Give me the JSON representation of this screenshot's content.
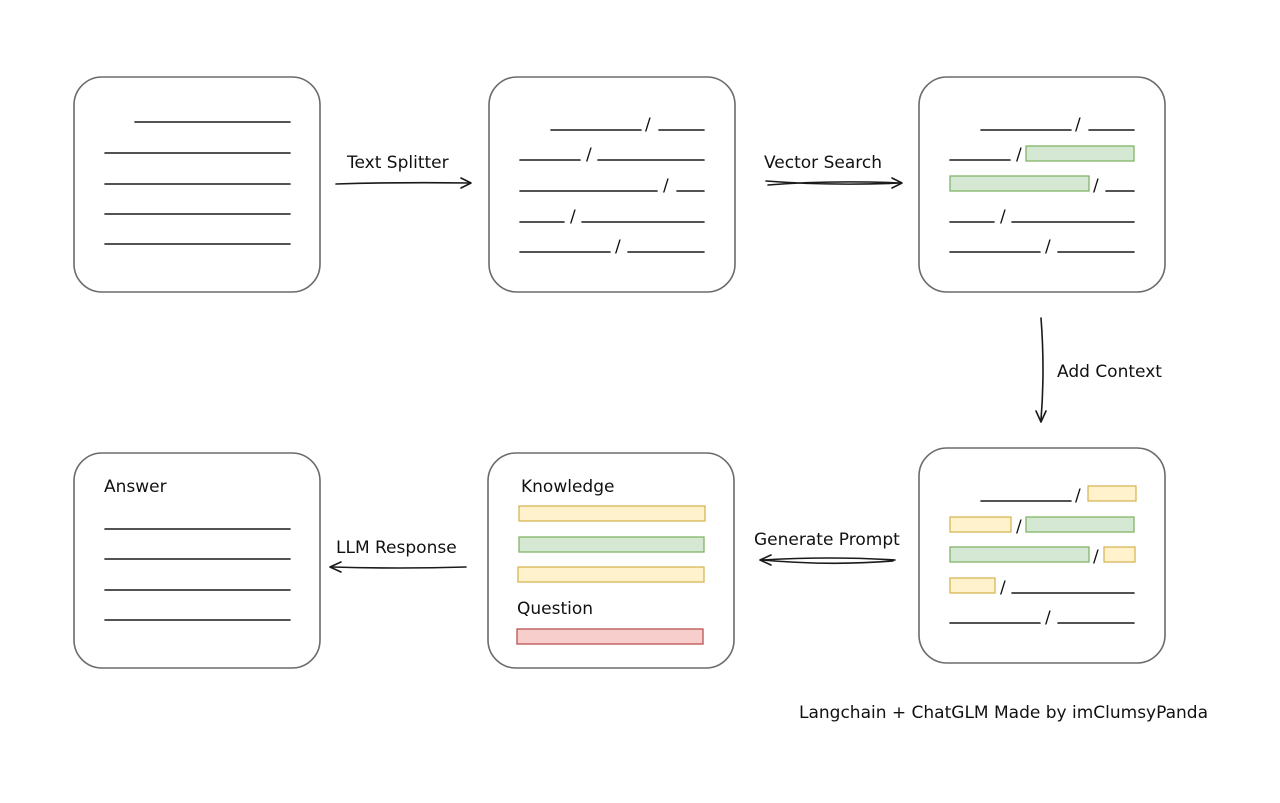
{
  "labels": {
    "text_splitter": "Text Splitter",
    "vector_search": "Vector Search",
    "add_context": "Add Context",
    "generate_prompt": "Generate Prompt",
    "llm_response": "LLM Response"
  },
  "prompt_box": {
    "knowledge": "Knowledge",
    "question": "Question"
  },
  "answer_box": {
    "title": "Answer"
  },
  "separator": "/",
  "footer": "Langchain + ChatGLM Made by imClumsyPanda",
  "colors": {
    "knowledge_fill": "#fff2cc",
    "knowledge_stroke": "#d6b656",
    "context_fill": "#d5e8d4",
    "context_stroke": "#82b366",
    "question_fill": "#f8cecc",
    "question_stroke": "#b85450"
  }
}
